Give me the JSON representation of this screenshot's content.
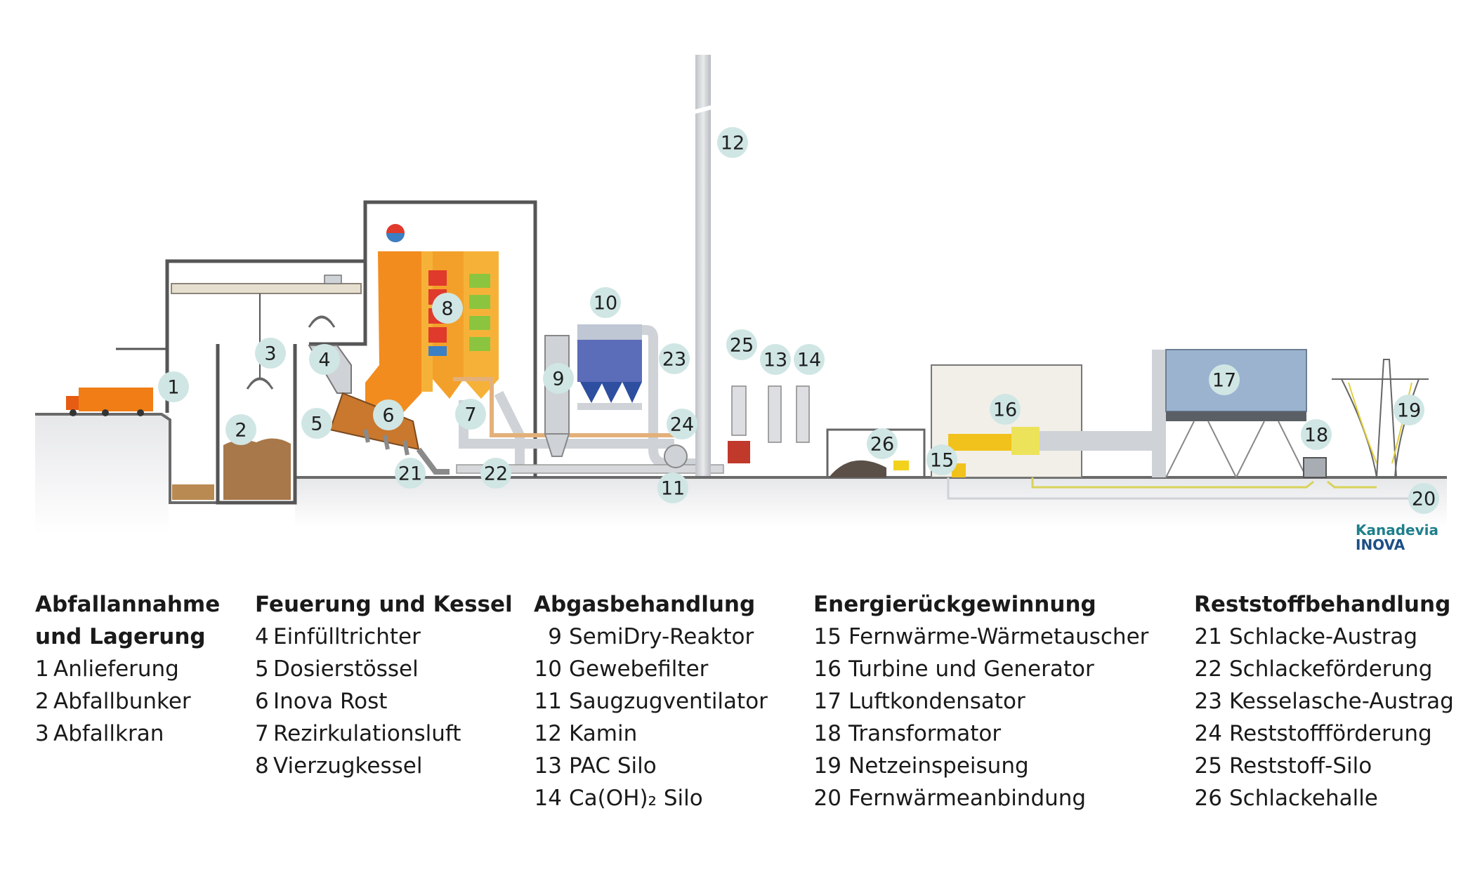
{
  "brand": {
    "line1": "Kanadevia",
    "line2": "INOVA",
    "color1": "#1e7f8c",
    "color2": "#1d4f86"
  },
  "colors": {
    "marker": "#cfe6e4",
    "furnace": "#f08a1c",
    "hot": "#e03a2c",
    "cool": "#8bc53f",
    "filter": "#2e4fa0",
    "steel": "#cfd2d6",
    "outline": "#4a4a4a"
  },
  "markers": [
    {
      "id": "1",
      "label": "1"
    },
    {
      "id": "2",
      "label": "2"
    },
    {
      "id": "3",
      "label": "3"
    },
    {
      "id": "4",
      "label": "4"
    },
    {
      "id": "5",
      "label": "5"
    },
    {
      "id": "6",
      "label": "6"
    },
    {
      "id": "7",
      "label": "7"
    },
    {
      "id": "8",
      "label": "8"
    },
    {
      "id": "9",
      "label": "9"
    },
    {
      "id": "10",
      "label": "10"
    },
    {
      "id": "11",
      "label": "11"
    },
    {
      "id": "12",
      "label": "12"
    },
    {
      "id": "13",
      "label": "13"
    },
    {
      "id": "14",
      "label": "14"
    },
    {
      "id": "15",
      "label": "15"
    },
    {
      "id": "16",
      "label": "16"
    },
    {
      "id": "17",
      "label": "17"
    },
    {
      "id": "18",
      "label": "18"
    },
    {
      "id": "19",
      "label": "19"
    },
    {
      "id": "20",
      "label": "20"
    },
    {
      "id": "21",
      "label": "21"
    },
    {
      "id": "22",
      "label": "22"
    },
    {
      "id": "23",
      "label": "23"
    },
    {
      "id": "24",
      "label": "24"
    },
    {
      "id": "25",
      "label": "25"
    },
    {
      "id": "26",
      "label": "26"
    }
  ],
  "legend": [
    {
      "title": [
        "Abfallannahme",
        "und Lagerung"
      ],
      "items": [
        {
          "num": "1",
          "text": "Anlieferung"
        },
        {
          "num": "2",
          "text": "Abfallbunker"
        },
        {
          "num": "3",
          "text": "Abfallkran"
        }
      ]
    },
    {
      "title": [
        "Feuerung und Kessel"
      ],
      "items": [
        {
          "num": "4",
          "text": "Einfülltrichter"
        },
        {
          "num": "5",
          "text": "Dosierstössel"
        },
        {
          "num": "6",
          "text": "Inova Rost"
        },
        {
          "num": "7",
          "text": "Rezirkulationsluft"
        },
        {
          "num": "8",
          "text": "Vierzugkessel"
        }
      ]
    },
    {
      "title": [
        "Abgasbehandlung"
      ],
      "items": [
        {
          "num": "9",
          "text": "SemiDry-Reaktor"
        },
        {
          "num": "10",
          "text": "Gewebefilter"
        },
        {
          "num": "11",
          "text": "Saugzugventilator"
        },
        {
          "num": "12",
          "text": "Kamin"
        },
        {
          "num": "13",
          "text": "PAC Silo"
        },
        {
          "num": "14",
          "text": "Ca(OH)₂ Silo"
        }
      ]
    },
    {
      "title": [
        "Energierückgewinnung"
      ],
      "items": [
        {
          "num": "15",
          "text": "Fernwärme-Wärmetauscher"
        },
        {
          "num": "16",
          "text": "Turbine und Generator"
        },
        {
          "num": "17",
          "text": "Luftkondensator"
        },
        {
          "num": "18",
          "text": "Transformator"
        },
        {
          "num": "19",
          "text": "Netzeinspeisung"
        },
        {
          "num": "20",
          "text": "Fernwärmeanbindung"
        }
      ]
    },
    {
      "title": [
        "Reststoffbehandlung"
      ],
      "items": [
        {
          "num": "21",
          "text": "Schlacke-Austrag"
        },
        {
          "num": "22",
          "text": "Schlackeförderung"
        },
        {
          "num": "23",
          "text": "Kesselasche-Austrag"
        },
        {
          "num": "24",
          "text": "Reststoffförderung"
        },
        {
          "num": "25",
          "text": "Reststoff-Silo"
        },
        {
          "num": "26",
          "text": "Schlackehalle"
        }
      ]
    }
  ]
}
